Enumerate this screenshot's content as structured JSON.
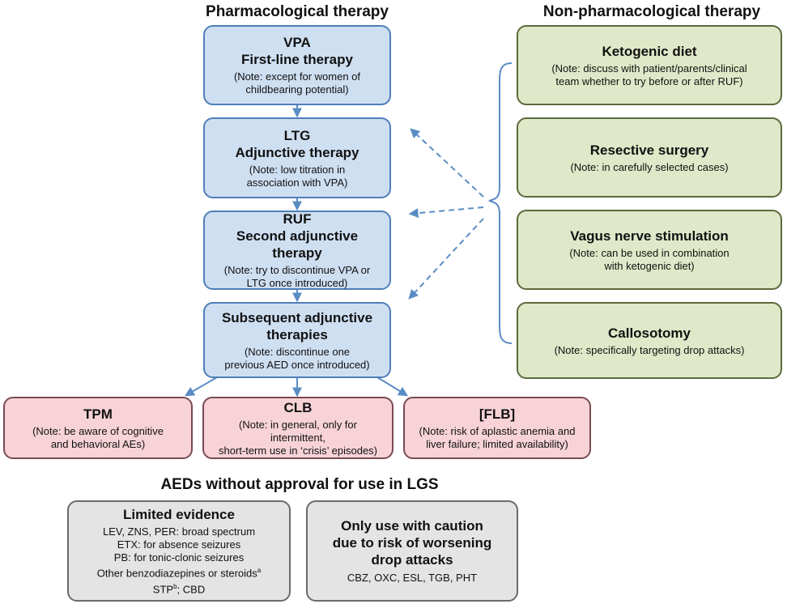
{
  "headings": {
    "pharm": "Pharmacological therapy",
    "nonpharm": "Non-pharmacological therapy",
    "aeds": "AEDs without approval for use in LGS"
  },
  "pharm_boxes": [
    {
      "title1": "VPA",
      "title2": "First-line therapy",
      "note1": "(Note: except for women of",
      "note2": "childbearing potential)"
    },
    {
      "title1": "LTG",
      "title2": "Adjunctive therapy",
      "note1": "(Note: low titration in",
      "note2": "association with VPA)"
    },
    {
      "title1": "RUF",
      "title2": "Second adjunctive therapy",
      "note1": "(Note: try to discontinue VPA or",
      "note2": "LTG once introduced)"
    },
    {
      "title1": "Subsequent adjunctive",
      "title2": "therapies",
      "note1": "(Note: discontinue one",
      "note2": "previous AED once introduced)"
    }
  ],
  "nonpharm_boxes": [
    {
      "title": "Ketogenic diet",
      "note1": "(Note: discuss with patient/parents/clinical",
      "note2": "team whether to try before or after RUF)"
    },
    {
      "title": "Resective surgery",
      "note1": "(Note: in carefully selected cases)",
      "note2": ""
    },
    {
      "title": "Vagus nerve stimulation",
      "note1": "(Note: can be used in combination",
      "note2": "with ketogenic diet)"
    },
    {
      "title": "Callosotomy",
      "note1": "(Note: specifically targeting drop attacks)",
      "note2": ""
    }
  ],
  "pink_boxes": [
    {
      "title": "TPM",
      "note1": "(Note: be aware of cognitive",
      "note2": "and behavioral AEs)"
    },
    {
      "title": "CLB",
      "note1": "(Note: in general, only for intermittent,",
      "note2": "short-term use in ‘crisis’ episodes)"
    },
    {
      "title": "[FLB]",
      "note1": "(Note: risk of aplastic anemia and",
      "note2": "liver failure; limited availability)"
    }
  ],
  "grey_left": {
    "title": "Limited evidence",
    "line1": "LEV, ZNS, PER: broad spectrum",
    "line2": "ETX: for absence seizures",
    "line3": "PB: for tonic-clonic seizures",
    "line4": "Other benzodiazepines or steroids",
    "line4_sup": "a",
    "line5a": "STP",
    "line5_sup": "b",
    "line5b": "; CBD"
  },
  "grey_right": {
    "title1": "Only use with caution",
    "title2": "due to risk of worsening",
    "title3": "drop attacks",
    "line1": "CBZ, OXC, ESL, TGB, PHT"
  },
  "colors": {
    "blue_fill": "#cfdff2",
    "blue_border": "#4e7fb8",
    "green_fill": "#dfe8c8",
    "pink_fill": "#f7d3d8",
    "grey_fill": "#e4e4e4",
    "connector": "#5a8cc4"
  }
}
